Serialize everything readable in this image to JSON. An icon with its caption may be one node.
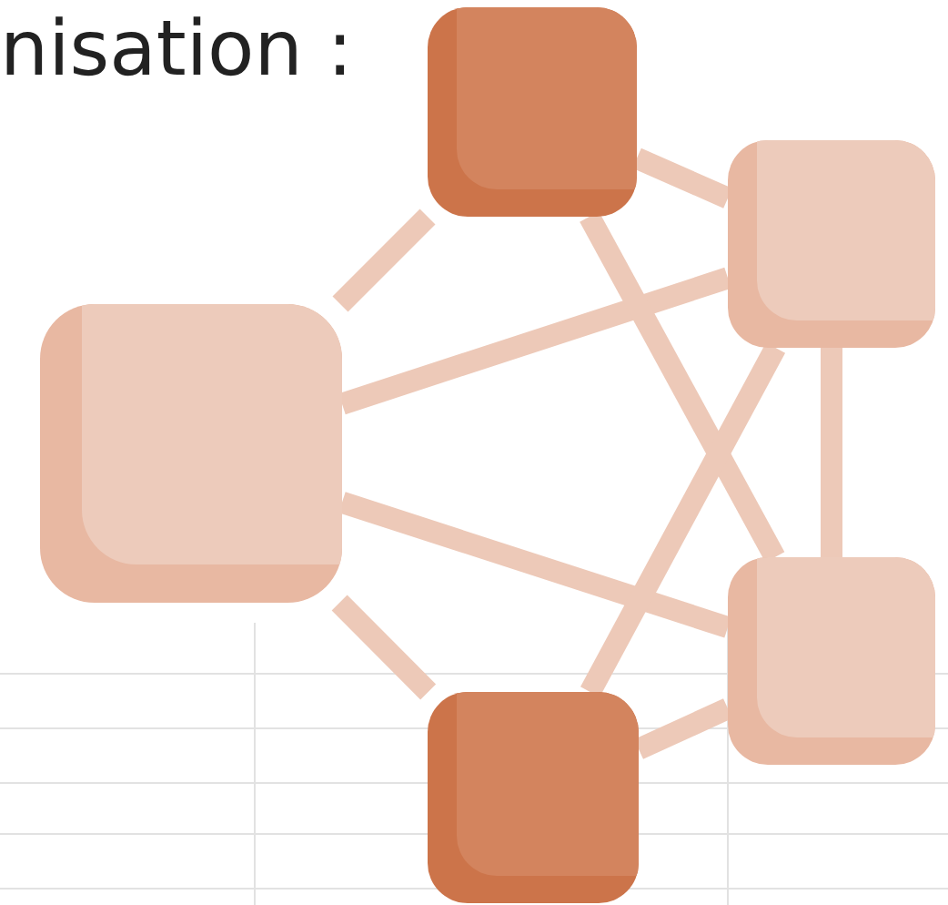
{
  "diagram": {
    "nodes": [
      {
        "text": [],
        "shape": "box"
      },
      {
        "text": [],
        "shape": "box"
      },
      {
        "text": [],
        "shape": "box"
      },
      {
        "text": [],
        "shape": "box"
      },
      {
        "text": [],
        "shape": "box"
      }
    ],
    "edges": [
      {
        "from": 2,
        "to": 0,
        "arrow": "none"
      },
      {
        "from": 2,
        "to": 1,
        "arrow": "none"
      },
      {
        "from": 2,
        "to": 3,
        "arrow": "none"
      },
      {
        "from": 2,
        "to": 4,
        "arrow": "none"
      },
      {
        "from": 0,
        "to": 1,
        "arrow": "none"
      },
      {
        "from": 0,
        "to": 3,
        "arrow": "none"
      },
      {
        "from": 1,
        "to": 4,
        "arrow": "none"
      },
      {
        "from": 1,
        "to": 3,
        "arrow": "none"
      },
      {
        "from": 4,
        "to": 3,
        "arrow": "none"
      }
    ],
    "labels": [
      "nisation :"
    ]
  }
}
